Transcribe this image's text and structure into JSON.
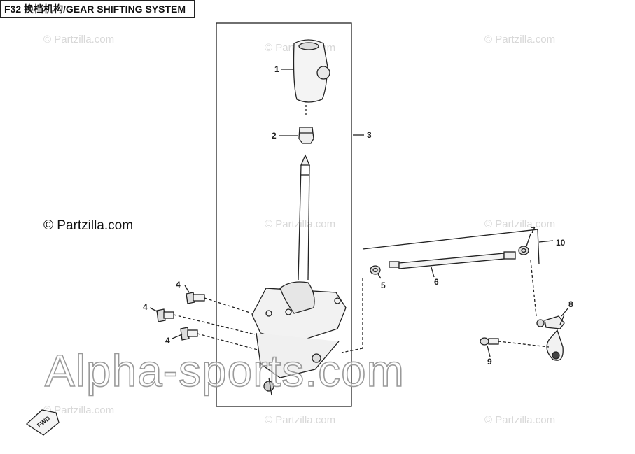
{
  "title": "F32 换档机构/GEAR SHIFTING SYSTEM",
  "watermarks": {
    "small": "© Partzilla.com",
    "dark": "© Partzilla.com",
    "big": "Alpha-sports.com"
  },
  "callouts": {
    "c1": "1",
    "c2": "2",
    "c3": "3",
    "c4a": "4",
    "c4b": "4",
    "c4c": "4",
    "c5": "5",
    "c6": "6",
    "c7": "7",
    "c8": "8",
    "c9": "9",
    "c10": "10"
  },
  "fwd": "FWD",
  "colors": {
    "line": "#222222",
    "watermark": "#d8d8d8"
  }
}
